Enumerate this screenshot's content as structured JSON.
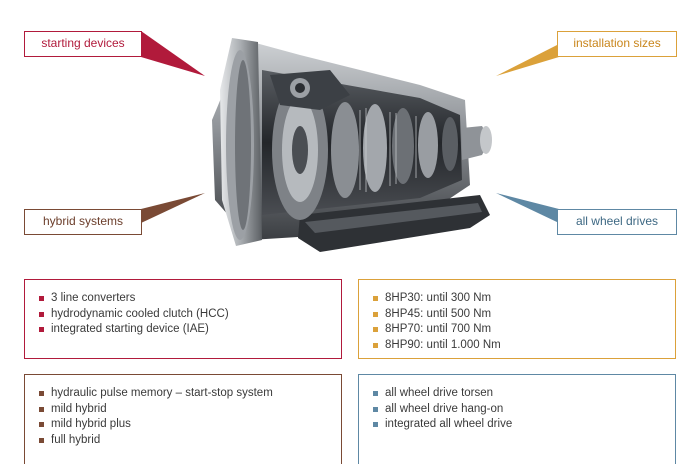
{
  "labels": {
    "starting_devices": "starting devices",
    "installation_sizes": "installation sizes",
    "hybrid_systems": "hybrid systems",
    "all_wheel_drives": "all wheel drives"
  },
  "colors": {
    "starting": "#b11a3b",
    "installation": "#dba13a",
    "hybrid": "#7a4a35",
    "awd": "#5e88a4"
  },
  "image": {
    "subject": "transmission-cutaway-image"
  },
  "boxes": {
    "starting": [
      "3 line converters",
      "hydrodynamic cooled clutch (HCC)",
      "integrated starting device (IAE)"
    ],
    "installation": [
      "8HP30: until 300 Nm",
      "8HP45: until 500 Nm",
      "8HP70: until 700 Nm",
      "8HP90: until 1.000 Nm"
    ],
    "hybrid": [
      "hydraulic pulse memory – start-stop system",
      "mild hybrid",
      "mild hybrid plus",
      "full hybrid"
    ],
    "awd": [
      "all wheel drive torsen",
      "all wheel drive hang-on",
      "integrated all wheel drive"
    ]
  }
}
